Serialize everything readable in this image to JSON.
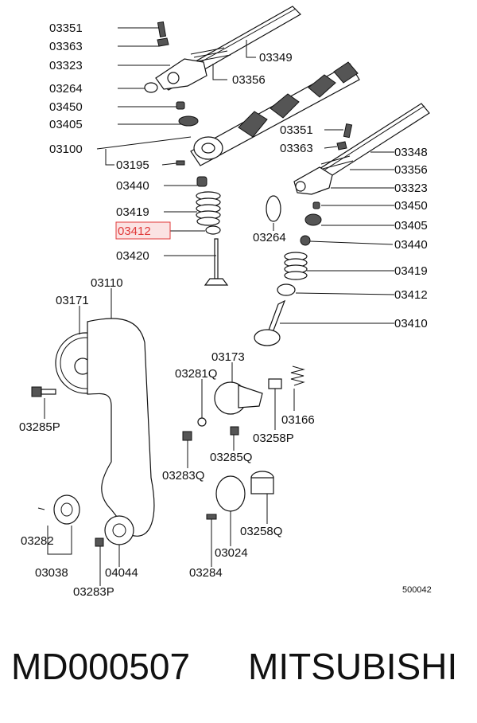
{
  "diagram": {
    "labels": {
      "l03351a": "03351",
      "l03363a": "03363",
      "l03323a": "03323",
      "l03264a": "03264",
      "l03450a": "03450",
      "l03405a": "03405",
      "l03100": "03100",
      "l03195": "03195",
      "l03440a": "03440",
      "l03419a": "03419",
      "l03412a": "03412",
      "l03420": "03420",
      "l03349": "03349",
      "l03356a": "03356",
      "l03351b": "03351",
      "l03363b": "03363",
      "l03348": "03348",
      "l03356b": "03356",
      "l03323b": "03323",
      "l03450b": "03450",
      "l03405b": "03405",
      "l03264b": "03264",
      "l03440b": "03440",
      "l03419b": "03419",
      "l03412b": "03412",
      "l03410": "03410",
      "l03110": "03110",
      "l03171": "03171",
      "l03173": "03173",
      "l03281q": "03281Q",
      "l03285p": "03285P",
      "l03166": "03166",
      "l03258p": "03258P",
      "l03285q": "03285Q",
      "l03283q": "03283Q",
      "l03258q": "03258Q",
      "l03282": "03282",
      "l03024": "03024",
      "l03038": "03038",
      "l04044": "04044",
      "l03284": "03284",
      "l03283p": "03283P"
    },
    "figure_number": "500042",
    "highlight_color": "#e03a3a"
  },
  "footer": {
    "part_number": "MD000507",
    "brand": "MITSUBISHI"
  }
}
